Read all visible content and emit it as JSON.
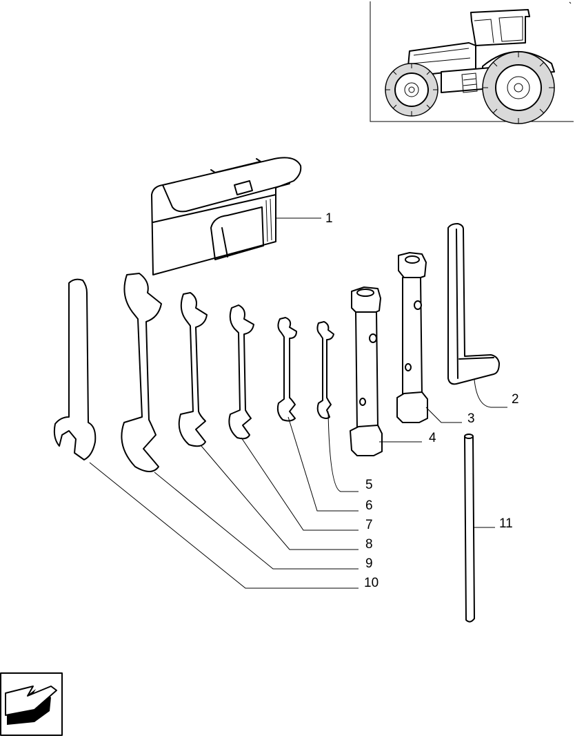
{
  "diagram": {
    "callouts": [
      "1",
      "2",
      "3",
      "4",
      "5",
      "6",
      "7",
      "8",
      "9",
      "10",
      "11"
    ]
  },
  "icons": {
    "tractor": "tractor-icon",
    "nav_arrow": "arrow-back-icon"
  }
}
